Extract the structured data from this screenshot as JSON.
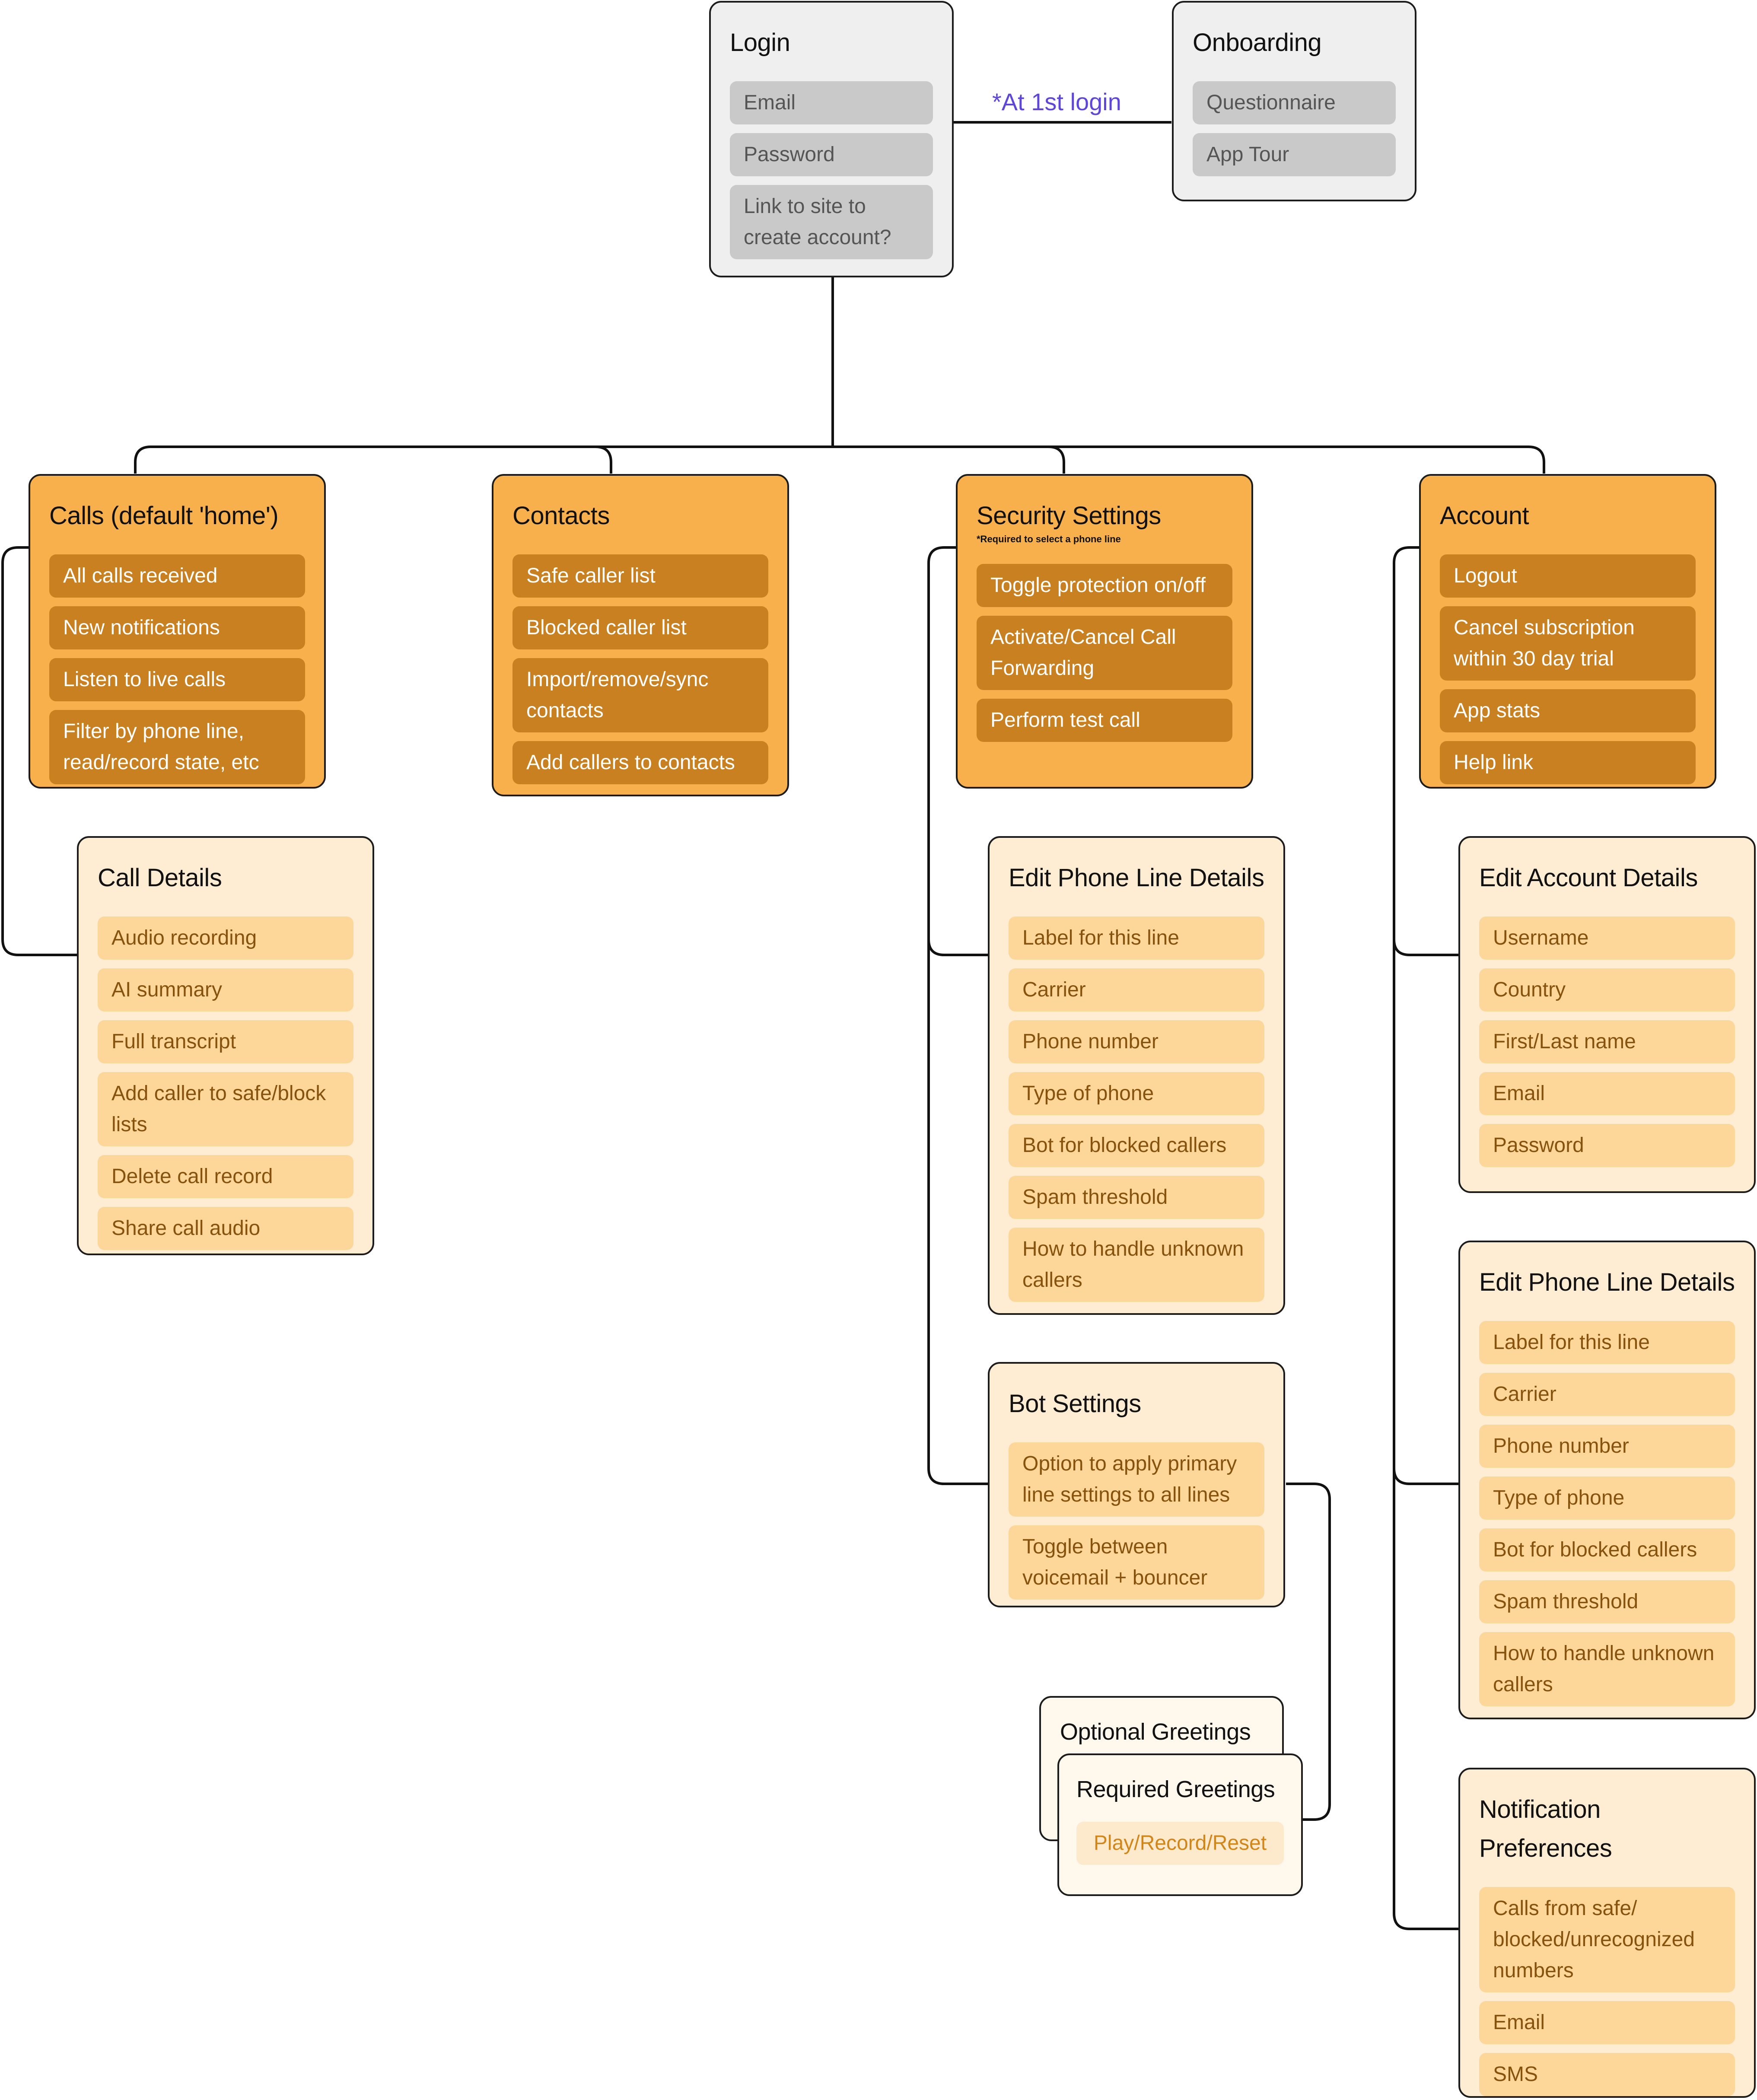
{
  "annotation": "*At 1st login",
  "login": {
    "title": "Login",
    "items": [
      "Email",
      "Password",
      "Link to site to create account?"
    ]
  },
  "onboarding": {
    "title": "Onboarding",
    "items": [
      "Questionnaire",
      "App Tour"
    ]
  },
  "calls": {
    "title": "Calls",
    "subtitle": " (default 'home')",
    "items": [
      "All calls received",
      "New notifications",
      "Listen to live calls",
      "Filter by phone line, read/record state, etc"
    ]
  },
  "contacts": {
    "title": "Contacts",
    "items": [
      "Safe caller list",
      "Blocked caller list",
      "Import/remove/sync contacts",
      "Add callers to contacts"
    ]
  },
  "security": {
    "title": "Security Settings",
    "note": "*Required to select a phone line",
    "items": [
      "Toggle protection on/off",
      "Activate/Cancel Call Forwarding",
      "Perform test call"
    ]
  },
  "account": {
    "title": "Account",
    "items": [
      "Logout",
      "Cancel subscription within 30 day trial",
      "App stats",
      "Help link"
    ]
  },
  "call_details": {
    "title": "Call Details",
    "items": [
      "Audio recording",
      "AI summary",
      "Full transcript",
      "Add caller to safe/block lists",
      "Delete call record",
      "Share call audio"
    ]
  },
  "edit_phone_line_security": {
    "title": "Edit Phone Line Details",
    "items": [
      "Label for this line",
      "Carrier",
      "Phone number",
      "Type of phone",
      "Bot for blocked callers",
      "Spam threshold",
      "How to handle unknown callers"
    ]
  },
  "bot_settings": {
    "title": "Bot Settings",
    "items": [
      "Option to apply primary line settings to all lines",
      "Toggle between voicemail + bouncer"
    ]
  },
  "optional_greetings": {
    "title": "Optional Greetings"
  },
  "required_greetings": {
    "title": "Required Greetings",
    "items": [
      "Play/Record/Reset"
    ]
  },
  "edit_account_details": {
    "title": "Edit Account Details",
    "items": [
      "Username",
      "Country",
      "First/Last name",
      "Email",
      "Password"
    ]
  },
  "edit_phone_line_account": {
    "title": "Edit Phone Line Details",
    "items": [
      "Label for this line",
      "Carrier",
      "Phone number",
      "Type of phone",
      "Bot for blocked callers",
      "Spam threshold",
      "How to handle unknown callers"
    ]
  },
  "notification_preferences": {
    "title": "Notification Preferences",
    "items": [
      "Calls from safe/ blocked/unrecognized numbers",
      "Email",
      "SMS"
    ]
  },
  "colors": {
    "gray_card": "#efefef",
    "orange_card": "#f8b04d",
    "orange_item": "#c98020",
    "light_card": "#feecd3",
    "light_item": "#fdd699",
    "annotation": "#5e46d8"
  }
}
